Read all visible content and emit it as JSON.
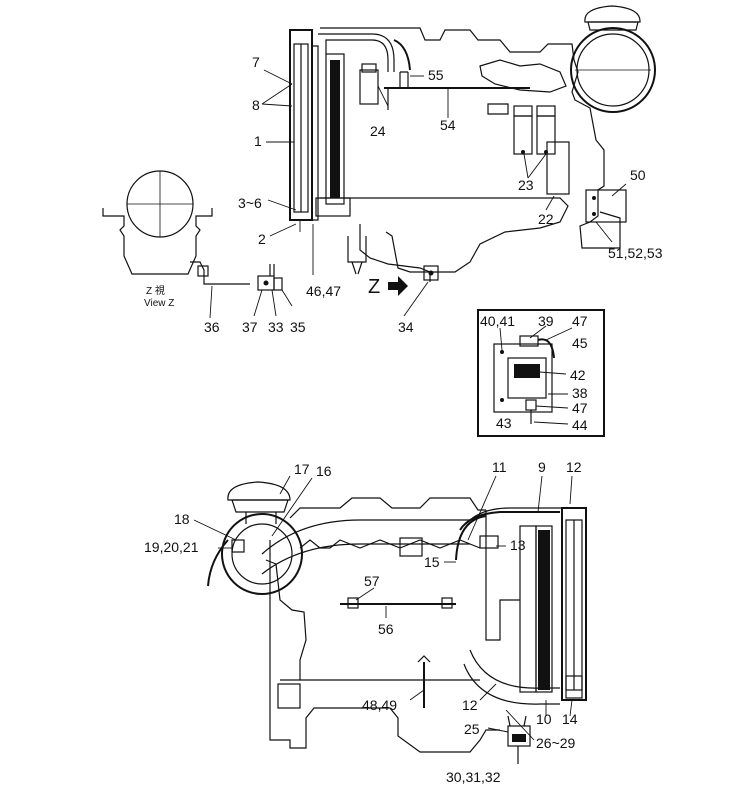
{
  "upper": {
    "labels": {
      "l7": "7",
      "l8": "8",
      "l1": "1",
      "l3_6": "3~6",
      "l2": "2",
      "l24": "24",
      "l55": "55",
      "l54": "54",
      "l23": "23",
      "l22": "22",
      "l50": "50",
      "l51_53": "51,52,53",
      "l46_47": "46,47",
      "l36": "36",
      "l37": "37",
      "l33": "33",
      "l35": "35",
      "l34": "34"
    },
    "view_z": {
      "line1": "Z  視",
      "line2": "View Z"
    },
    "z_arrow": "Z"
  },
  "inset": {
    "labels": {
      "l40_41": "40,41",
      "l39": "39",
      "l47a": "47",
      "l45": "45",
      "l42": "42",
      "l38": "38",
      "l47b": "47",
      "l43": "43",
      "l44": "44"
    }
  },
  "lower": {
    "labels": {
      "l17": "17",
      "l16": "16",
      "l11": "11",
      "l9": "9",
      "l12a": "12",
      "l18": "18",
      "l19_21": "19,20,21",
      "l13": "13",
      "l15": "15",
      "l57": "57",
      "l56": "56",
      "l48_49": "48,49",
      "l12b": "12",
      "l25": "25",
      "l26_29": "26~29",
      "l10": "10",
      "l14": "14",
      "l30_32": "30,31,32"
    }
  }
}
